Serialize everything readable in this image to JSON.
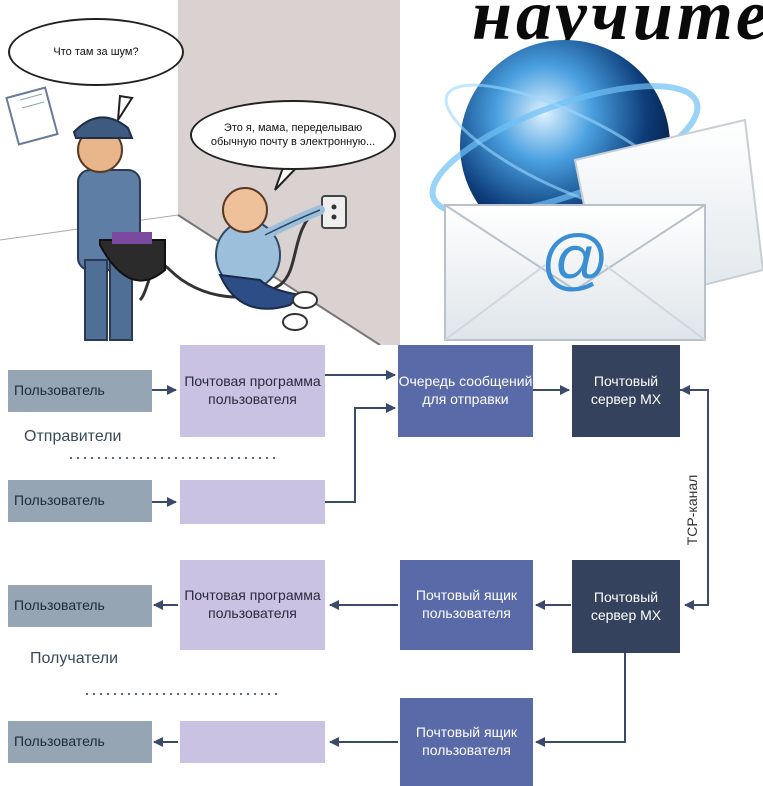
{
  "header": {
    "title_fragment": "научите"
  },
  "cartoon": {
    "bubble_postman": "Что там за шум?",
    "bubble_child": "Это я, мама, переделываю обычную почту в электронную..."
  },
  "diagram": {
    "senders": {
      "user1": "Пользователь",
      "user2": "Пользователь",
      "program": "Почтовая программа пользователя",
      "group_label": "Отправители"
    },
    "queue": "Очередь сообщений для отправки",
    "server_top": "Почтовый сервер MX",
    "server_bottom": "Почтовый сервер MX",
    "tcp_channel": "TCP-канал",
    "receivers": {
      "user1": "Пользователь",
      "user2": "Пользователь",
      "program": "Почтовая программа пользователя",
      "group_label": "Получатели",
      "mailbox1": "Почтовый ящик пользователя",
      "mailbox2": "Почтовый ящик пользователя"
    },
    "colors": {
      "user": "#95a5b4",
      "program": "#c9c2e2",
      "queue": "#5a6aa8",
      "server": "#34425d",
      "arrow": "#3b4a6a"
    }
  }
}
